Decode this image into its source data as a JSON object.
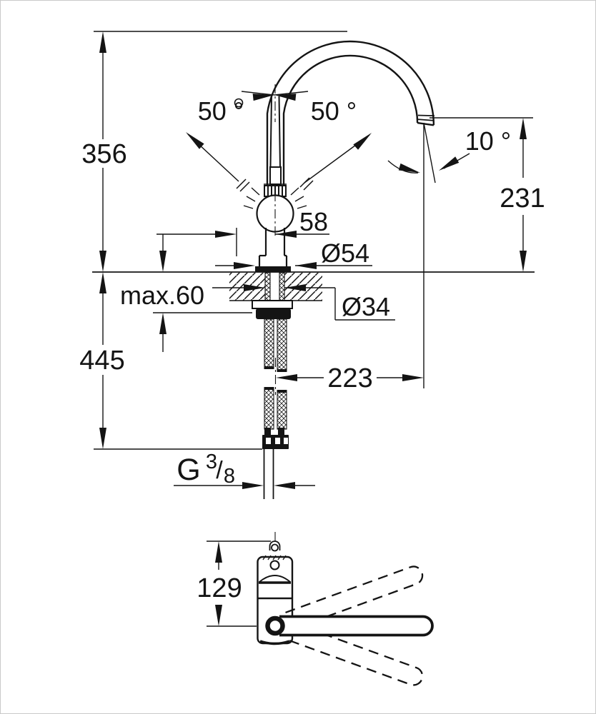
{
  "drawing": {
    "colors": {
      "line": "#141414",
      "background": "#ffffff",
      "border": "#c9c9c9"
    },
    "main_view": {
      "overall_height": "356",
      "height_below_deck": "445",
      "handle_angle_left": "50 °",
      "handle_angle_right": "50 °",
      "spout_outlet_angle": "10 °",
      "outlet_height": "231",
      "handle_offset": "58",
      "base_diameter": "Ø54",
      "max_deck_thickness": "max.60",
      "hole_diameter": "Ø34",
      "spout_projection": "223",
      "thread_size": {
        "prefix": "G",
        "numerator": "3",
        "slash": "/",
        "denominator": "8"
      }
    },
    "top_view": {
      "swivel_depth": "129"
    }
  }
}
